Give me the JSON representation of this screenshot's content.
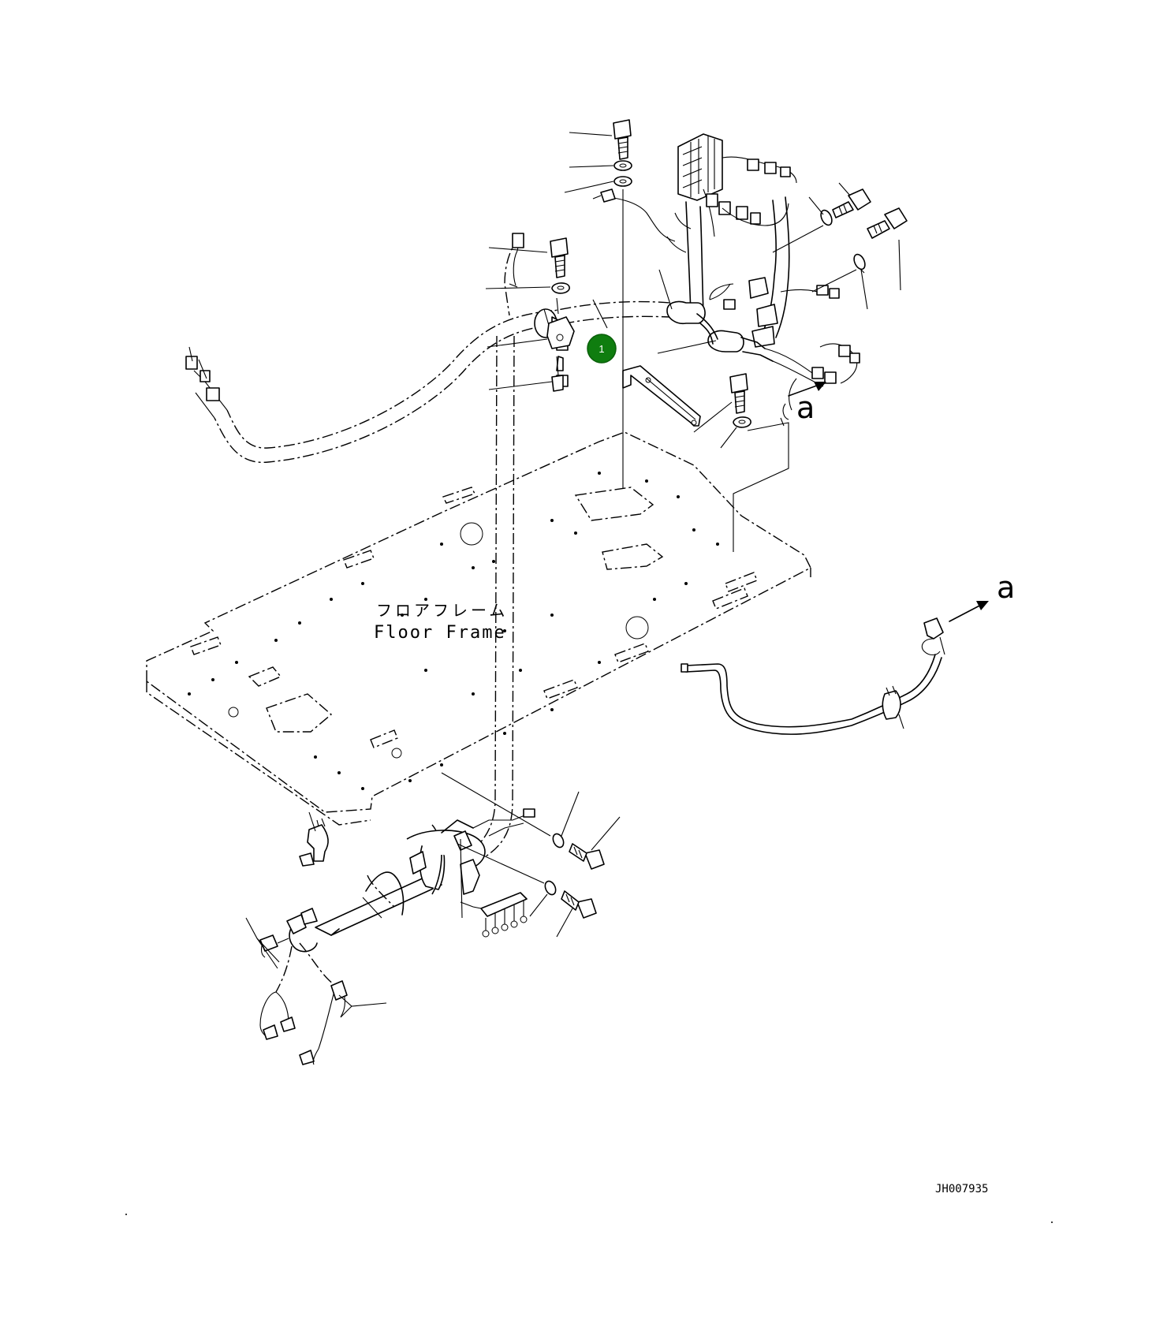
{
  "floor_frame_label_jp": "フロアフレーム",
  "floor_frame_label_en": "Floor Frame",
  "view_ref_label_1": "a",
  "view_ref_label_2": "a",
  "callout_number": "1",
  "drawing_code": "JH007935",
  "colors": {
    "line": "#000000",
    "callout_fill": "#0f7d0f",
    "callout_text": "#ffffff",
    "background": "#ffffff"
  }
}
